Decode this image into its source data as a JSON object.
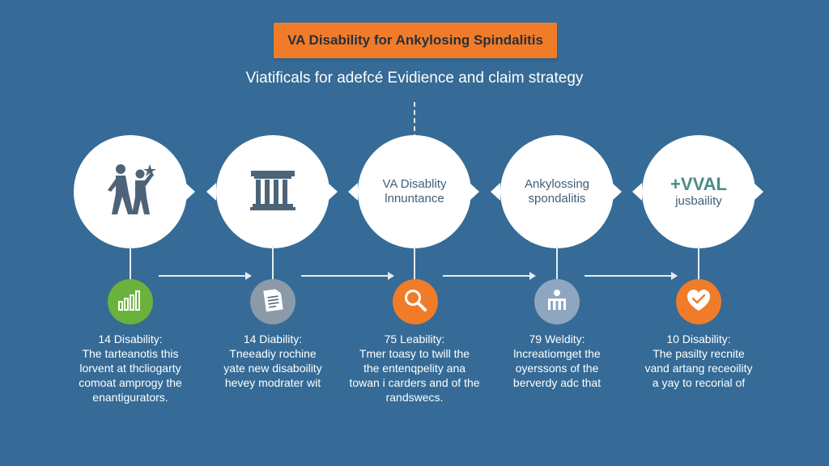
{
  "header": {
    "title": "VA Disability for Ankylosing Spindalitis",
    "subtitle": "Viatificals for adefcé Evidience and claim strategy"
  },
  "circles": [
    {
      "type": "icon",
      "icon": "people-walking-icon"
    },
    {
      "type": "icon",
      "icon": "courthouse-icon"
    },
    {
      "type": "text",
      "lines": [
        "VA Disablity",
        "lnnuntance"
      ]
    },
    {
      "type": "text",
      "lines": [
        "Ankylossing",
        "spondalitis"
      ]
    },
    {
      "type": "text",
      "big": "+VVAL",
      "lines": [
        "jusbaility"
      ]
    }
  ],
  "steps": [
    {
      "icon": "bar-chart-icon",
      "color": "#6ab23b",
      "heading": "14 Disability:",
      "lines": [
        "The tarteanotis this",
        "lorvent at thcliogarty",
        "comoat amprogy the",
        "enantigurators."
      ]
    },
    {
      "icon": "document-icon",
      "color": "#8a9aa8",
      "heading": "14 Diability:",
      "lines": [
        "Tneeadiy rochine",
        "yate new disaboility",
        "hevey modrater wit"
      ]
    },
    {
      "icon": "magnifier-icon",
      "color": "#f07c2a",
      "heading": "75 Leability:",
      "lines": [
        "Tmer toasy to twill the",
        "the entenqpelity ana",
        "towan i carders and of the",
        "randswecs."
      ]
    },
    {
      "icon": "building-icon",
      "color": "#8fa6c0",
      "heading": "79 Weldity:",
      "lines": [
        "lncreatiomget the",
        "oyerssons of the",
        "berverdy adc that"
      ]
    },
    {
      "icon": "check-face-icon",
      "color": "#f07c2a",
      "heading": "10 Disability:",
      "lines": [
        "The pasilty recnite",
        "vand artang receoility",
        "a yay to recorial of"
      ]
    }
  ]
}
